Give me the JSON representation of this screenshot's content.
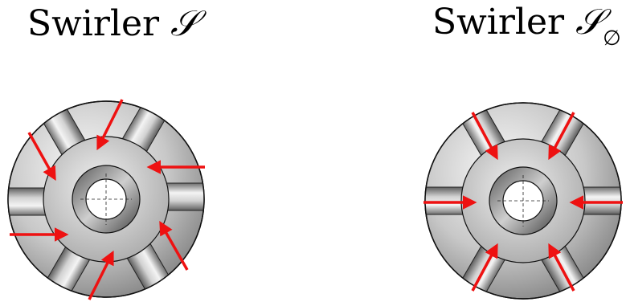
{
  "swirlers": [
    {
      "title_text": "Swirler ",
      "title_symbol": "𝒮",
      "title_subscript": "",
      "colors": {
        "arrow": "#ee1111",
        "metal_light": "#f2f2f2",
        "metal_dark": "#8a8a8a",
        "outline": "#111111"
      }
    },
    {
      "title_text": "Swirler ",
      "title_symbol": "𝒮",
      "title_subscript": "∅",
      "colors": {
        "arrow": "#ee1111",
        "metal_light": "#f2f2f2",
        "metal_dark": "#8a8a8a",
        "outline": "#111111"
      }
    }
  ]
}
